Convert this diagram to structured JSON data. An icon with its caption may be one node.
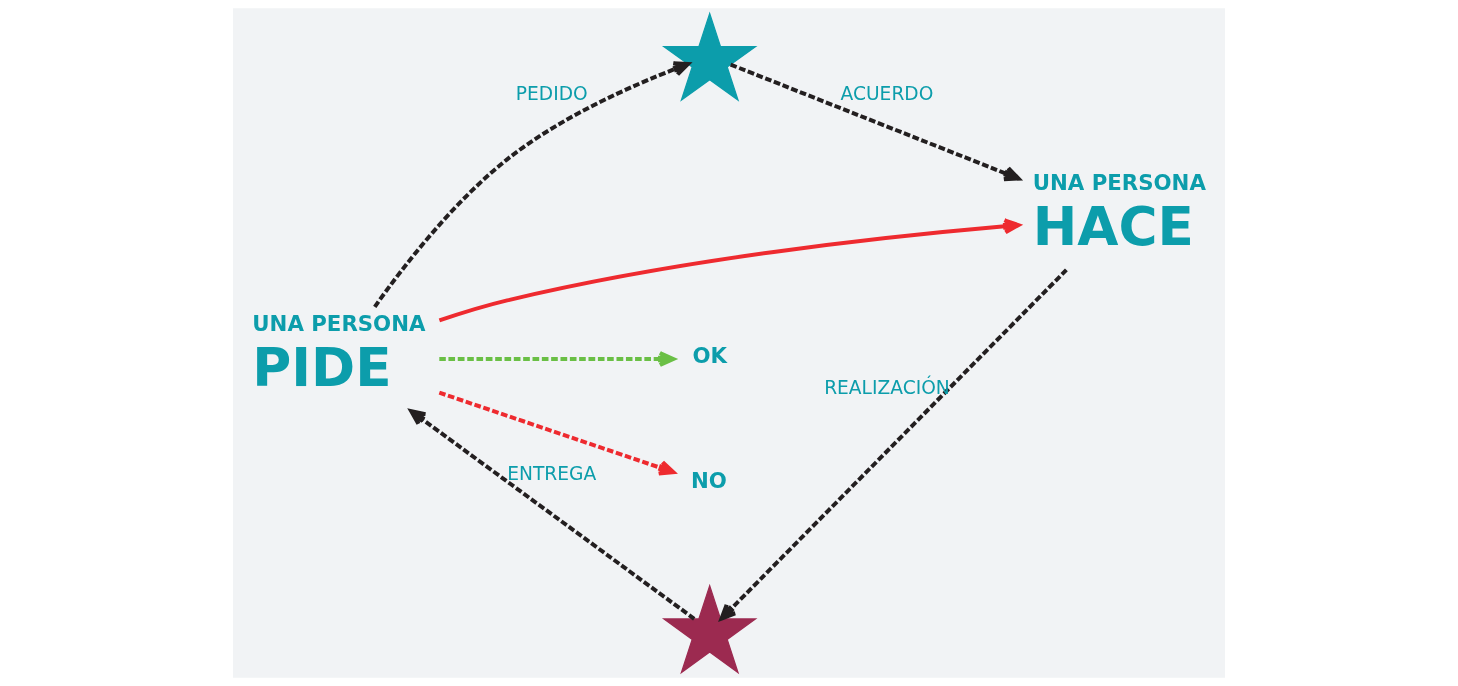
{
  "diagram": {
    "nodes": [
      {
        "text": [
          "UNA PERSONA",
          "PIDE"
        ]
      },
      {
        "text": [],
        "shape": "star"
      },
      {
        "text": [
          "UNA PERSONA",
          "HACE"
        ]
      },
      {
        "text": [],
        "shape": "star"
      },
      {
        "text": [
          "OK"
        ]
      },
      {
        "text": [
          "NO"
        ]
      }
    ],
    "edges": [
      {
        "from": 0,
        "to": 1,
        "arrow": "to",
        "label": "PEDIDO",
        "style": "dashed"
      },
      {
        "from": 1,
        "to": 2,
        "arrow": "to",
        "label": "ACUERDO",
        "style": "dashed"
      },
      {
        "from": 2,
        "to": 3,
        "arrow": "to",
        "label": "REALIZACIÓN",
        "style": "dashed"
      },
      {
        "from": 3,
        "to": 0,
        "arrow": "to",
        "label": "ENTREGA",
        "style": "dashed"
      },
      {
        "from": 0,
        "to": 2,
        "arrow": "to",
        "color": "#ee2a2f"
      },
      {
        "from": 0,
        "to": 4,
        "arrow": "to",
        "style": "dashed",
        "color": "#6abf45"
      },
      {
        "from": 0,
        "to": 5,
        "arrow": "to",
        "style": "dashed",
        "color": "#ee2a2f"
      }
    ]
  }
}
